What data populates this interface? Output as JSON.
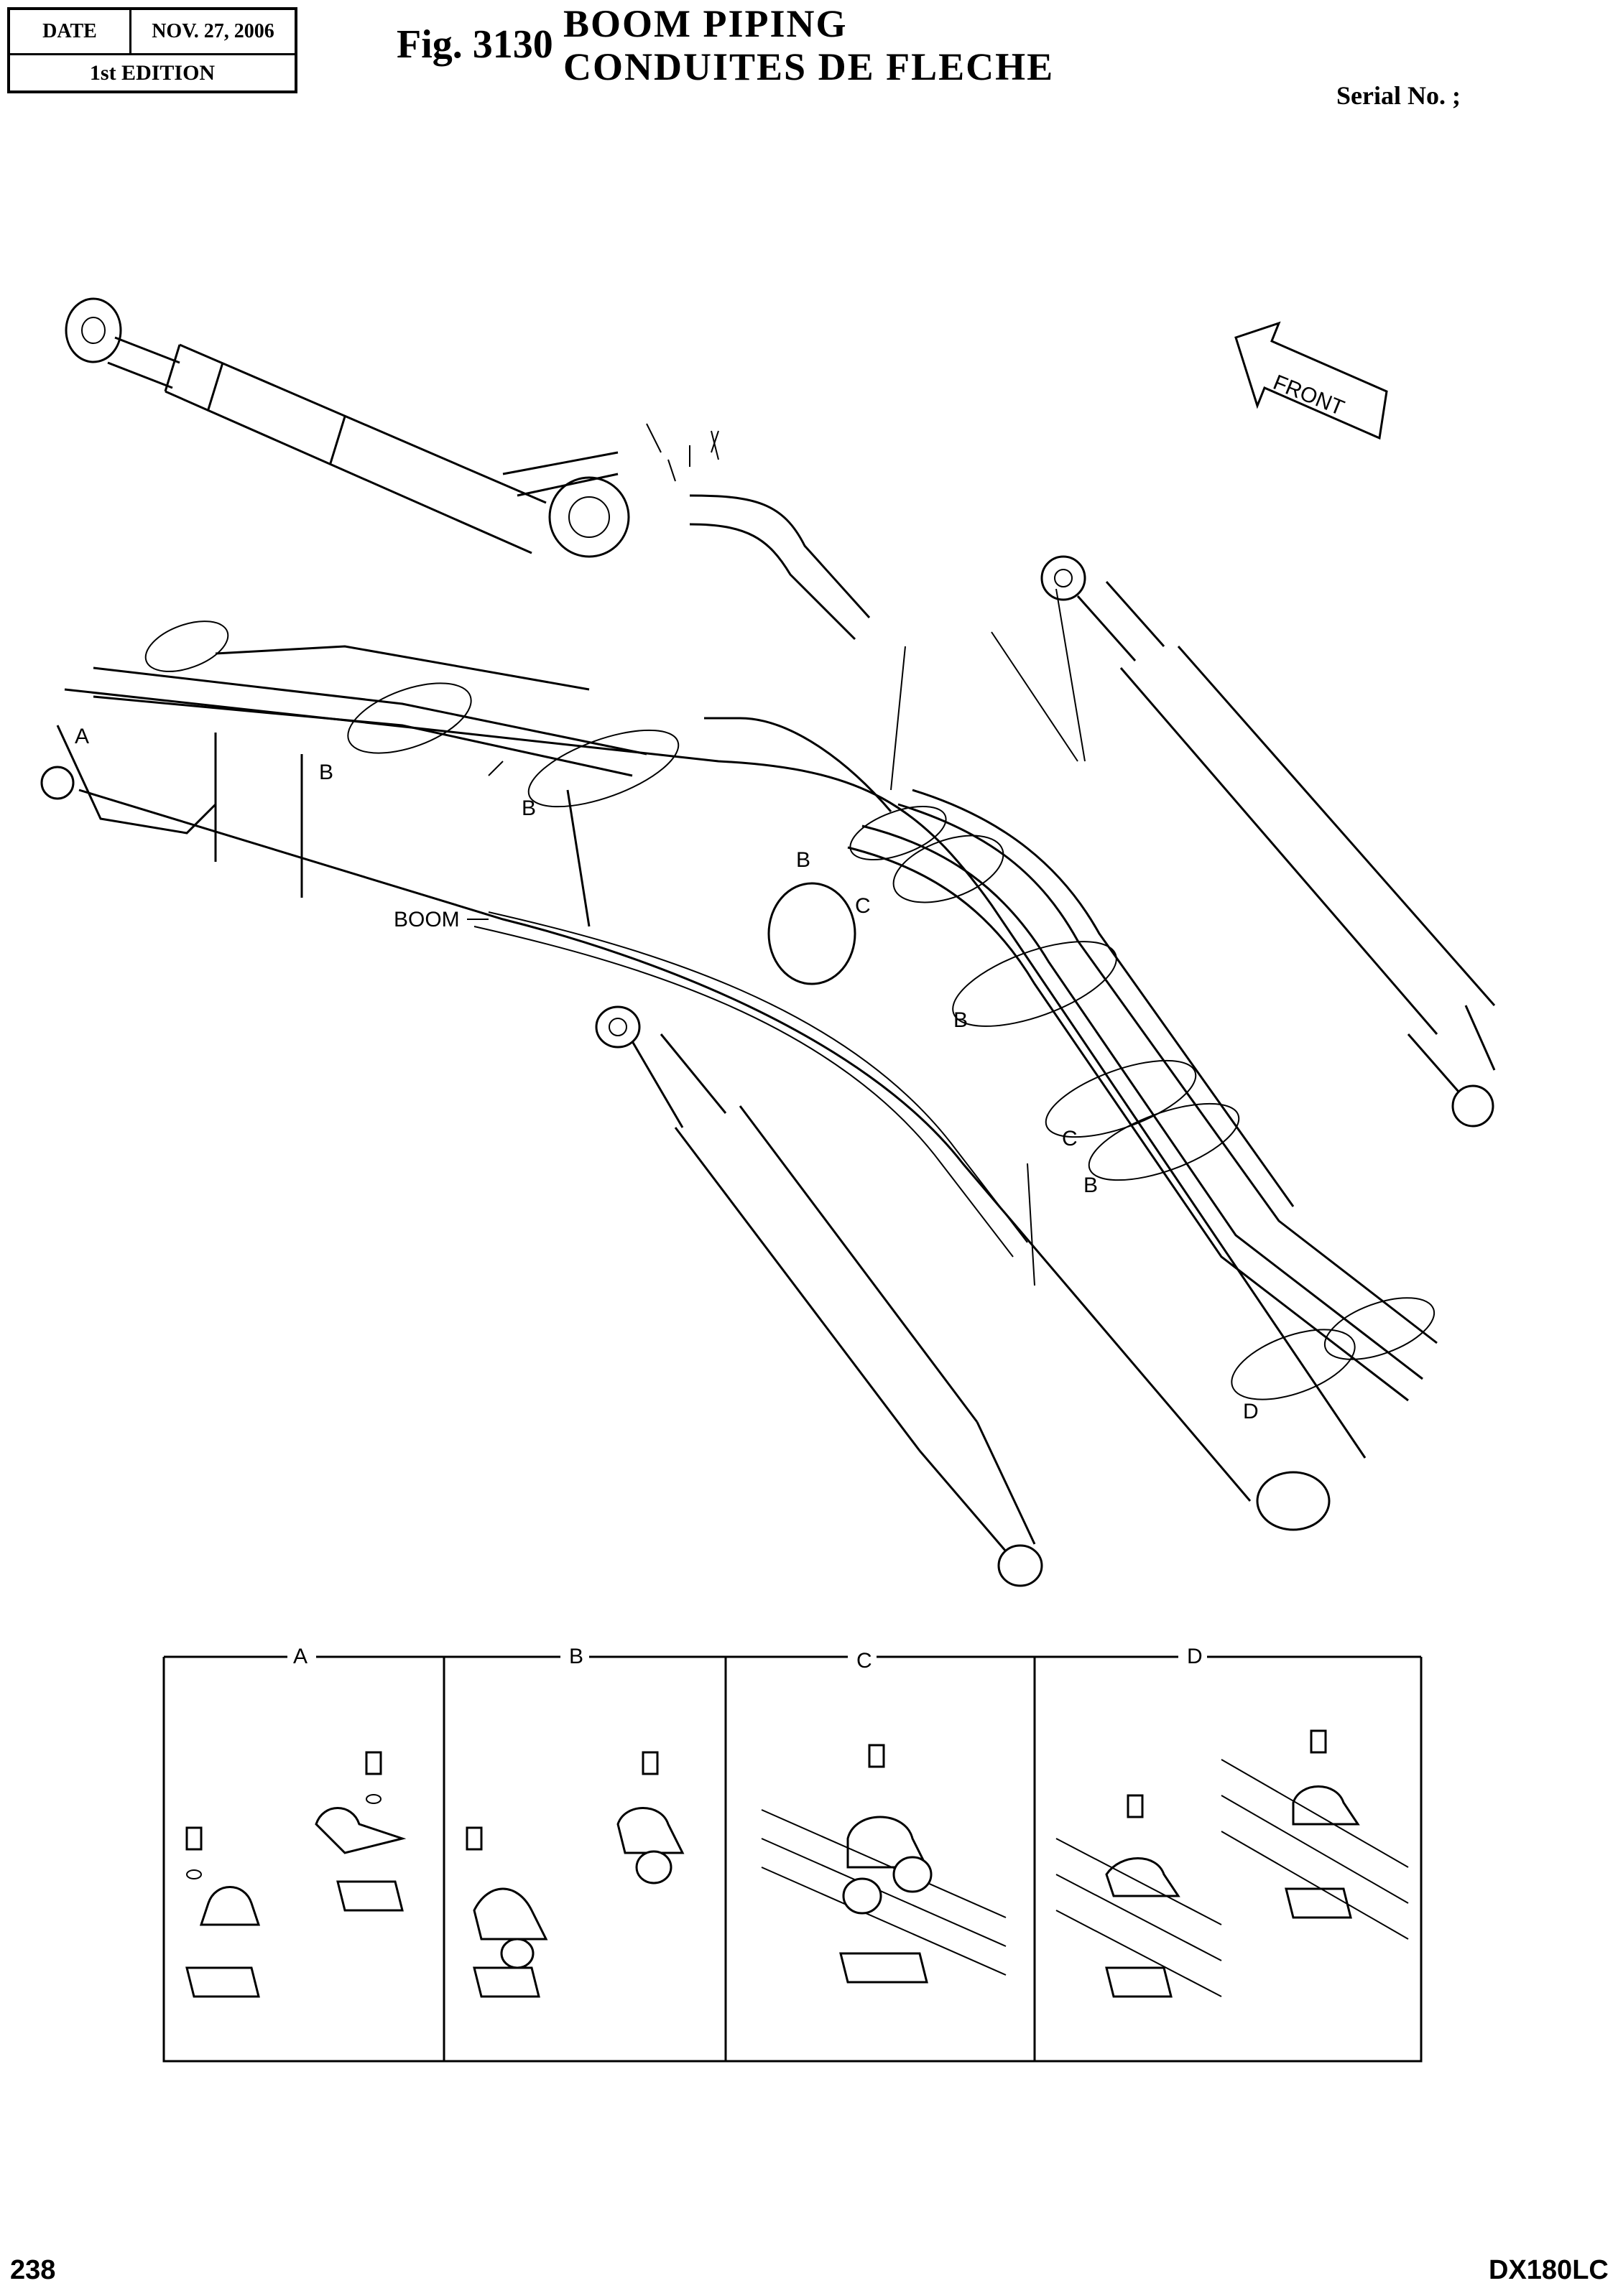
{
  "header": {
    "date_label": "DATE",
    "date_value": "NOV. 27, 2006",
    "edition": "1st EDITION",
    "figure_number": "Fig. 3130",
    "title_en": "BOOM  PIPING",
    "title_fr": "CONDUITES  DE  FLECHE",
    "serial_label": "Serial No. ;"
  },
  "diagram": {
    "front_label": "FRONT",
    "boom_label": "BOOM",
    "callouts": {
      "a": "A",
      "b1": "B",
      "b2": "B",
      "b3": "B",
      "b4": "B",
      "b5": "B",
      "c1": "C",
      "c2": "C",
      "d1": "D"
    }
  },
  "detail_panels": [
    {
      "label": "A"
    },
    {
      "label": "B"
    },
    {
      "label": "C"
    },
    {
      "label": "D"
    }
  ],
  "footer": {
    "page_number": "238",
    "model": "DX180LC"
  }
}
